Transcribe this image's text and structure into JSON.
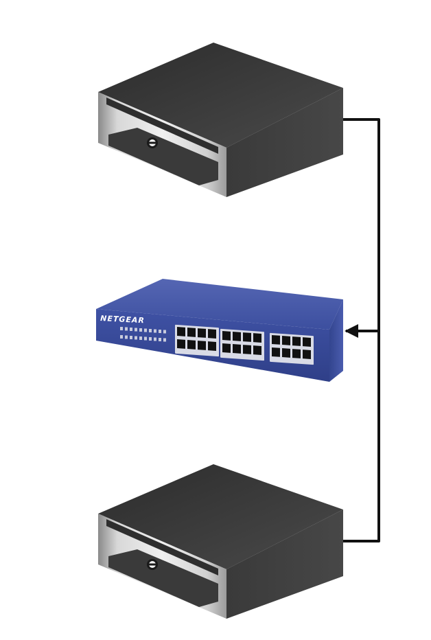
{
  "nodes": {
    "top_server": {
      "kind": "server",
      "color": "#3a3a3a"
    },
    "switch": {
      "kind": "network-switch",
      "brand_label": "NETGEAR",
      "color": "#3b4f9e",
      "port_count": 24
    },
    "bottom_server": {
      "kind": "server",
      "color": "#3a3a3a"
    }
  },
  "connections": [
    {
      "from": "top_server",
      "to": "switch",
      "arrow": "at-switch"
    },
    {
      "from": "bottom_server",
      "to": "switch",
      "arrow": "at-switch"
    }
  ],
  "colors": {
    "line": "#111111",
    "background": "#ffffff"
  }
}
